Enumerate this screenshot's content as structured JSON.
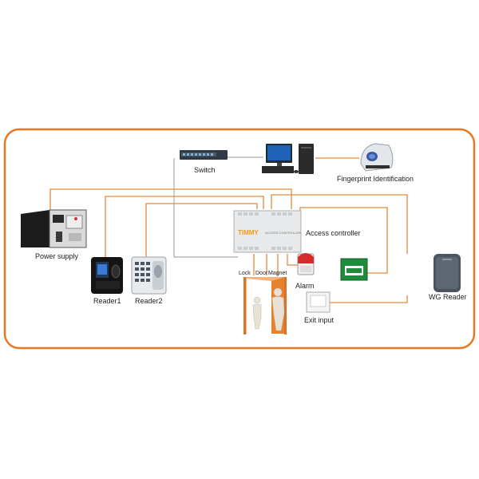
{
  "colors": {
    "frame": "#e87722",
    "wire": "#e08a3c",
    "controller_brand": "#f29a1f",
    "door": "#e8822a"
  },
  "labels": {
    "switch": "Switch",
    "fingerprint": "Fingerprint Identification",
    "power_supply": "Power supply",
    "access_controller": "Access controller",
    "reader1": "Reader1",
    "reader2": "Reader2",
    "alarm": "Alarm",
    "exit_input": "Exit input",
    "wg_reader": "WG Reader",
    "lock": "Lock",
    "door": "Door",
    "magnet": "Magnet"
  },
  "logos": {
    "controller_brand": "TIMMY",
    "controller_model": "ACCESS CONTROLLER"
  },
  "icons": [
    "network-switch",
    "desktop-computer",
    "fingerprint-scanner",
    "power-supply-box",
    "access-controller",
    "reader",
    "keypad-reader",
    "alarm-siren",
    "emergency-button",
    "exit-button",
    "door",
    "people",
    "wiegand-reader"
  ]
}
